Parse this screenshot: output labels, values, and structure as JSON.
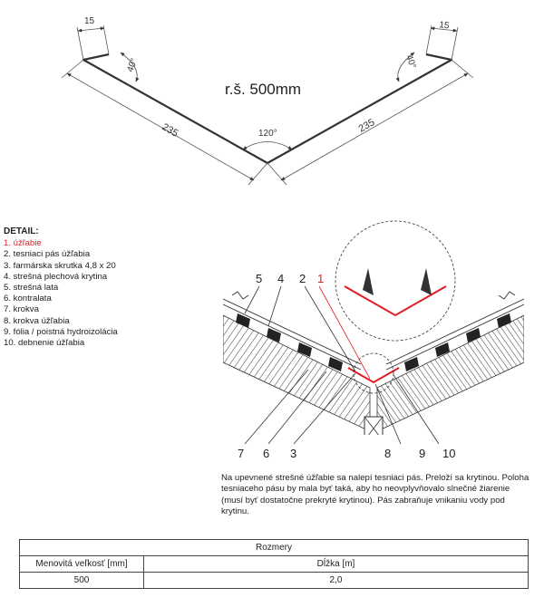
{
  "profile": {
    "label": "r.š. 500mm",
    "dim_left_leg": "235",
    "dim_right_leg": "235",
    "dim_left_hem": "15",
    "dim_right_hem": "15",
    "angle_left": "40°",
    "angle_right": "40°",
    "angle_center": "120°"
  },
  "detail": {
    "title": "DETAIL:",
    "items": [
      {
        "label": "1. úžľabie",
        "highlight": true
      },
      {
        "label": "2. tesniaci pás úžľabia",
        "highlight": false
      },
      {
        "label": "3. farmárska skrutka 4,8 x 20",
        "highlight": false
      },
      {
        "label": "4. strešná plechová krytina",
        "highlight": false
      },
      {
        "label": "5. strešná lata",
        "highlight": false
      },
      {
        "label": "6. kontralata",
        "highlight": false
      },
      {
        "label": "7. krokva",
        "highlight": false
      },
      {
        "label": "8. krokva úžľabia",
        "highlight": false
      },
      {
        "label": "9. fólia / poistná hydroizolácia",
        "highlight": false
      },
      {
        "label": "10. debnenie úžľabia",
        "highlight": false
      }
    ],
    "callouts_top": [
      "5",
      "4",
      "2",
      "1"
    ],
    "callouts_bottom": [
      "7",
      "6",
      "3",
      "8",
      "9",
      "10"
    ],
    "highlight_color": "#e11d24"
  },
  "note": "Na upevnené strešné úžľabie sa nalepí tesniaci pás. Preloží sa krytinou. Poloha tesniaceho pásu by mala byť taká, aby ho neovplyvňovalo slnečné žiarenie (musí byť dostatočne prekryté krytinou). Pás zabraňuje vnikaniu vody pod krytinu.",
  "table": {
    "title": "Rozmery",
    "headers": [
      "Menovitá veľkosť [mm]",
      "Dĺžka [m]"
    ],
    "rows": [
      [
        "500",
        "2,0"
      ]
    ]
  }
}
